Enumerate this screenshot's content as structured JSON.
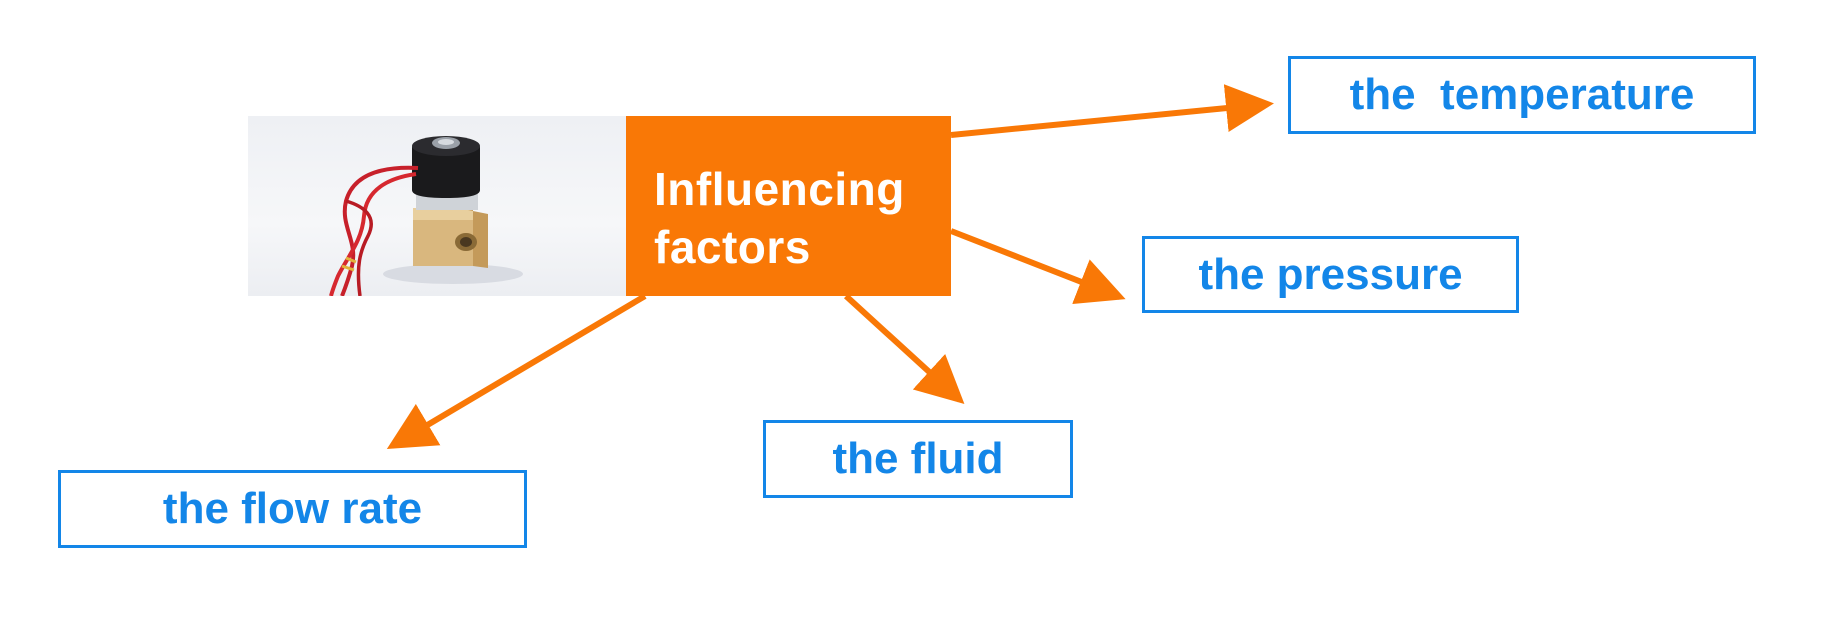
{
  "diagram": {
    "center_label_line1": "Influencing",
    "center_label_line2": "factors",
    "photo_icon": "solenoid-valve-photo",
    "nodes": {
      "temperature": "the  temperature",
      "pressure": "the pressure",
      "fluid": "the fluid",
      "flow_rate": "the flow rate"
    },
    "colors": {
      "accent_orange": "#f97806",
      "node_blue": "#1386e8",
      "background": "#ffffff"
    }
  }
}
